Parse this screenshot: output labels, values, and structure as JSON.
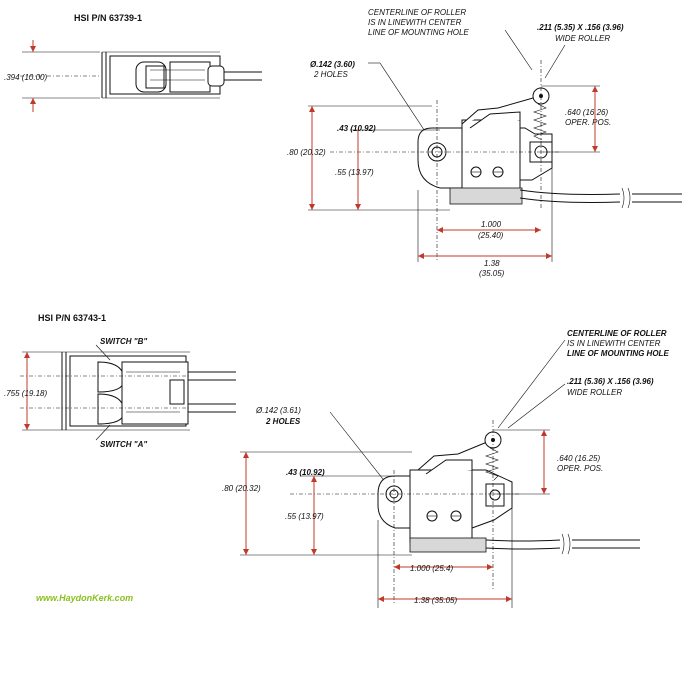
{
  "top": {
    "title": "HSI P/N 63739-1",
    "side_dim": ".394 (10.00)",
    "note_centerline_1": "CENTERLINE OF ROLLER",
    "note_centerline_2": "IS IN LINEWITH CENTER",
    "note_centerline_3": "LINE OF MOUNTING HOLE",
    "roller_dim_1": ".211 (5.35) X .156 (3.96)",
    "roller_dim_2": "WIDE ROLLER",
    "hole_dim_1": "Ø.142 (3.60)",
    "hole_dim_2": "2 HOLES",
    "op_pos_1": ".640 (16.26)",
    "op_pos_2": "OPER. POS.",
    "dim_43": ".43 (10.92)",
    "dim_80": ".80 (20.32)",
    "dim_55": ".55 (13.97)",
    "dim_1000_a": "1.000",
    "dim_1000_b": "(25.40)",
    "dim_138_a": "1.38",
    "dim_138_b": "(35.05)"
  },
  "bottom": {
    "title": "HSI P/N 63743-1",
    "switch_b": "SWITCH \"B\"",
    "switch_a": "SWITCH \"A\"",
    "side_dim": ".755 (19.18)",
    "note_centerline_1": "CENTERLINE OF ROLLER",
    "note_centerline_2": "IS IN LINEWITH CENTER",
    "note_centerline_3": "LINE OF MOUNTING HOLE",
    "roller_dim_1": ".211 (5.36) X .156 (3.96)",
    "roller_dim_2": "WIDE ROLLER",
    "hole_dim_1": "Ø.142 (3.61)",
    "hole_dim_2": "2 HOLES",
    "op_pos_1": ".640 (16.25)",
    "op_pos_2": "OPER. POS.",
    "dim_43": ".43 (10.92)",
    "dim_80": ".80 (20.32)",
    "dim_55": ".55 (13.97)",
    "dim_1000": "1.000 (25.4)",
    "dim_138": "1.38 (35.05)"
  },
  "brand": "www.HaydonKerk.com"
}
